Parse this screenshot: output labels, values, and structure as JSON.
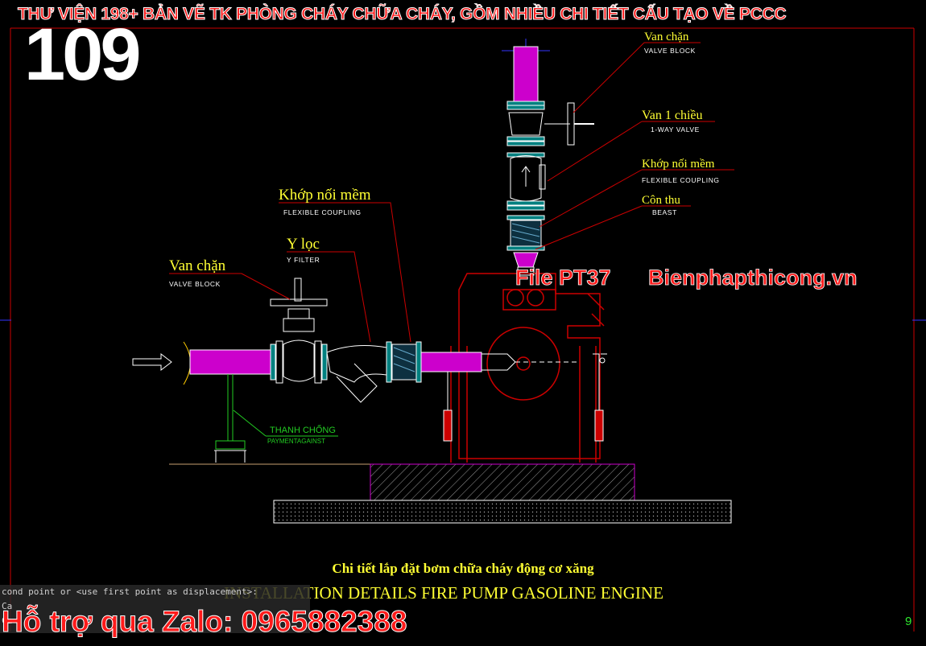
{
  "banner": {
    "title": "THƯ VIỆN 198+ BẢN VẼ TK PHÒNG CHÁY CHỮA CHÁY, GỒM NHIỀU CHI TIẾT CẤU TẠO VỀ PCCC",
    "number": "109"
  },
  "watermarks": {
    "file": "File PT37",
    "site": "Bienphapthicong.vn",
    "zalo": "Hỗ trợ qua Zalo: 0965882388"
  },
  "labels": {
    "top_valve_vi": "Van chặn",
    "top_valve_en": "VALVE BLOCK",
    "check_valve_vi": "Van 1 chiều",
    "check_valve_en": "1-WAY VALVE",
    "top_coupling_vi": "Khớp nối mềm",
    "top_coupling_en": "FLEXIBLE COUPLING",
    "reducer_vi": "Côn thu",
    "reducer_en": "BEAST",
    "mid_coupling_vi": "Khớp nối mềm",
    "mid_coupling_en": "FLEXIBLE COUPLING",
    "filter_vi": "Y lọc",
    "filter_en": "Y FILTER",
    "left_valve_vi": "Van chặn",
    "left_valve_en": "VALVE BLOCK",
    "support_vi": "THANH CHỐNG",
    "support_en": "PAYMENTAGAINST"
  },
  "titles": {
    "vi": "Chi tiết lắp đặt bơm chữa cháy động cơ xăng",
    "en": "INSTALLATION DETAILS FIRE PUMP GASOLINE ENGINE"
  },
  "command": {
    "line1": "cond point or <use first point as displacement>:",
    "line2": "Ca",
    "line3": "Ca"
  },
  "page": {
    "number": "9"
  },
  "colors": {
    "bg": "#000000",
    "pipe": "#cc00cc",
    "outline": "#ffffff",
    "pump": "#cc0000",
    "leader": "#cc0000",
    "label": "#ffff33",
    "support": "#22cc22",
    "banner": "#ff1a1a"
  }
}
